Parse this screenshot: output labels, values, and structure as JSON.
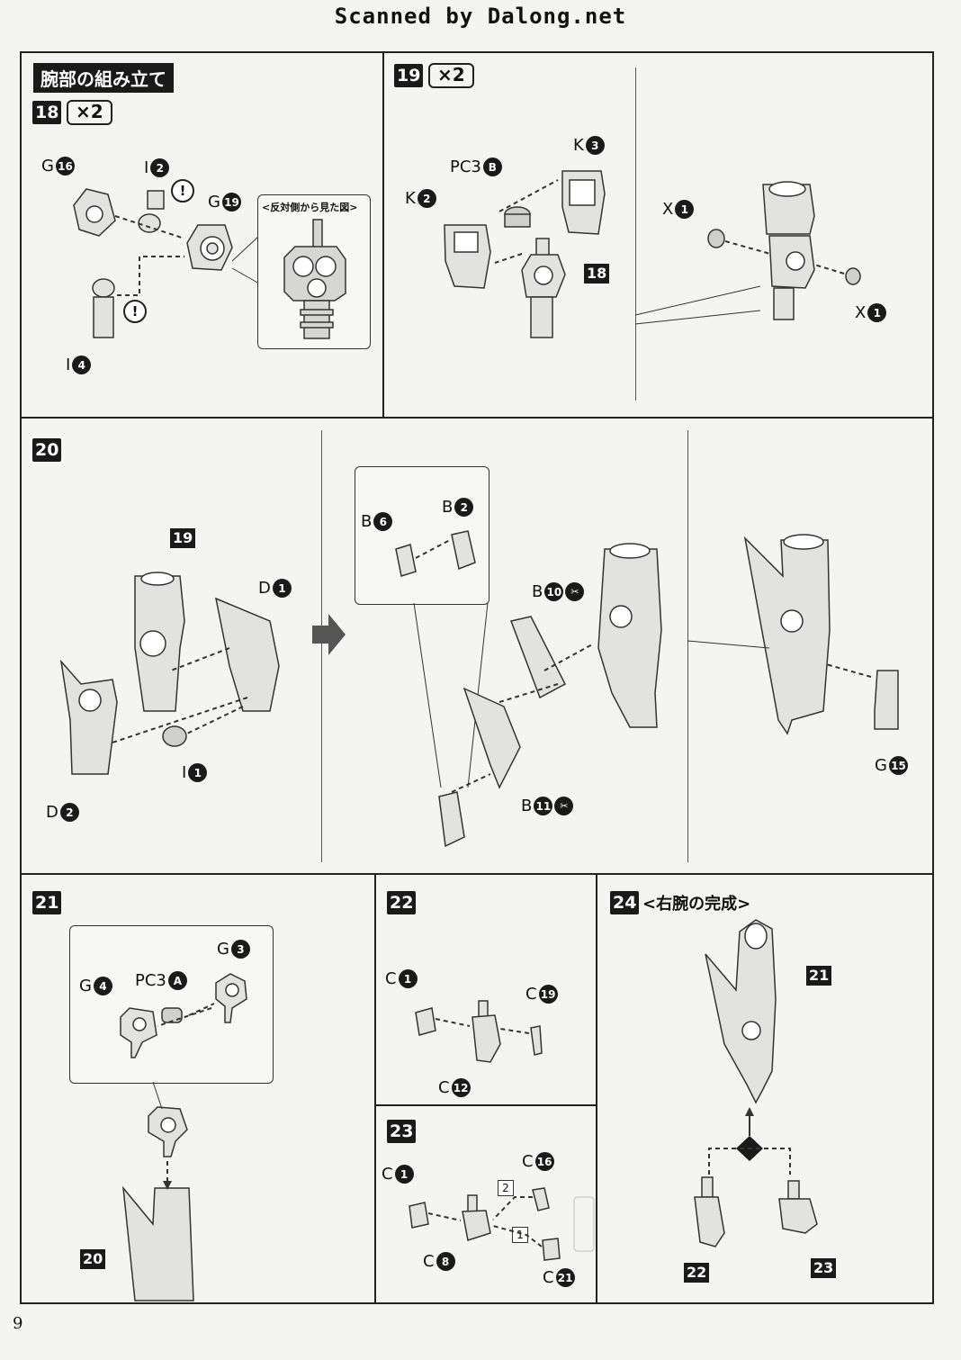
{
  "header": {
    "watermark": "Scanned by Dalong.net"
  },
  "page_number": "9",
  "section_title": "腕部の組み立て",
  "steps": {
    "s18": {
      "number": "18",
      "multiplier": "×2",
      "labels": {
        "g16": {
          "letter": "G",
          "num": "16"
        },
        "i2": {
          "letter": "I",
          "num": "2"
        },
        "g19": {
          "letter": "G",
          "num": "19"
        },
        "i4": {
          "letter": "I",
          "num": "4"
        }
      },
      "note": "<反対側から見た図>"
    },
    "s19": {
      "number": "19",
      "multiplier": "×2",
      "labels": {
        "pc3b": {
          "letter": "PC3",
          "num": "B"
        },
        "k3": {
          "letter": "K",
          "num": "3"
        },
        "k2": {
          "letter": "K",
          "num": "2"
        },
        "ref18": "18",
        "x1a": {
          "letter": "X",
          "num": "1"
        },
        "x1b": {
          "letter": "X",
          "num": "1"
        }
      }
    },
    "s20": {
      "number": "20",
      "labels": {
        "ref19": "19",
        "d1": {
          "letter": "D",
          "num": "1"
        },
        "d2": {
          "letter": "D",
          "num": "2"
        },
        "i1": {
          "letter": "I",
          "num": "1"
        },
        "b6": {
          "letter": "B",
          "num": "6"
        },
        "b2": {
          "letter": "B",
          "num": "2"
        },
        "b10": {
          "letter": "B",
          "num": "10"
        },
        "b11": {
          "letter": "B",
          "num": "11"
        },
        "g15": {
          "letter": "G",
          "num": "15"
        }
      }
    },
    "s21": {
      "number": "21",
      "labels": {
        "g4": {
          "letter": "G",
          "num": "4"
        },
        "pc3a": {
          "letter": "PC3",
          "num": "A"
        },
        "g3": {
          "letter": "G",
          "num": "3"
        },
        "ref20": "20"
      }
    },
    "s22": {
      "number": "22",
      "labels": {
        "c1": {
          "letter": "C",
          "num": "1"
        },
        "c19": {
          "letter": "C",
          "num": "19"
        },
        "c12": {
          "letter": "C",
          "num": "12"
        }
      }
    },
    "s23": {
      "number": "23",
      "labels": {
        "c1": {
          "letter": "C",
          "num": "1"
        },
        "c16": {
          "letter": "C",
          "num": "16"
        },
        "c8": {
          "letter": "C",
          "num": "8"
        },
        "c21": {
          "letter": "C",
          "num": "21"
        },
        "order2": "2",
        "order1": "1"
      }
    },
    "s24": {
      "number": "24",
      "title": "<右腕の完成>",
      "labels": {
        "ref21": "21",
        "ref22": "22",
        "ref23": "23"
      }
    }
  },
  "warning_symbol": "!",
  "colors": {
    "ink": "#1a1a1a",
    "paper": "#f4f4f2",
    "part_fill": "#e2e2e0"
  }
}
